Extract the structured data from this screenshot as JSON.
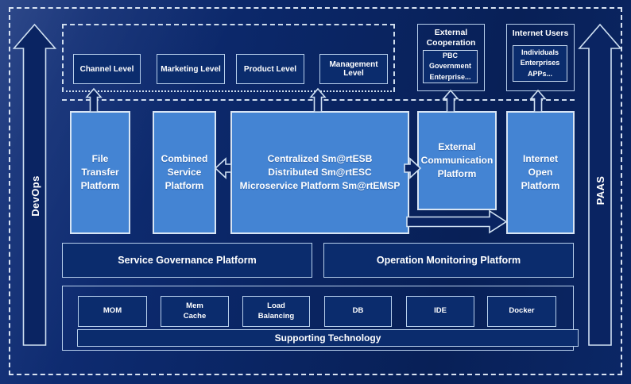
{
  "diagram": {
    "rails": {
      "left_label": "DevOps",
      "right_label": "PAAS"
    },
    "levels": {
      "channel": "Channel Level",
      "marketing": "Marketing Level",
      "product": "Product Level",
      "management": "Management Level"
    },
    "external_cooperation": {
      "title": "External\nCooperation",
      "members": "PBC Government\nEnterprise..."
    },
    "internet_users": {
      "title": "Internet Users",
      "members": "Individuals\nEnterprises\nAPPs..."
    },
    "platforms": {
      "file_transfer": "File\nTransfer\nPlatform",
      "combined_service": "Combined\nService\nPlatform",
      "central_esb": "Centralized Sm@rtESB\nDistributed Sm@rtESC\nMicroservice Platform Sm@rtEMSP",
      "external_communication": "External\nCommunication\nPlatform",
      "internet_open": "Internet\nOpen\nPlatform"
    },
    "governance": {
      "service_governance": "Service Governance Platform",
      "operation_monitoring": "Operation Monitoring Platform"
    },
    "supporting": {
      "banner": "Supporting Technology",
      "mom": "MOM",
      "mem_cache": "Mem\nCache",
      "load_balancing": "Load\nBalancing",
      "db": "DB",
      "ide": "IDE",
      "docker": "Docker"
    },
    "colors": {
      "background": "#0a2462",
      "platform_fill": "#4484d3",
      "panel_fill": "#0b2c6d",
      "border_light": "#cfe0f2",
      "text": "#ffffff"
    }
  }
}
